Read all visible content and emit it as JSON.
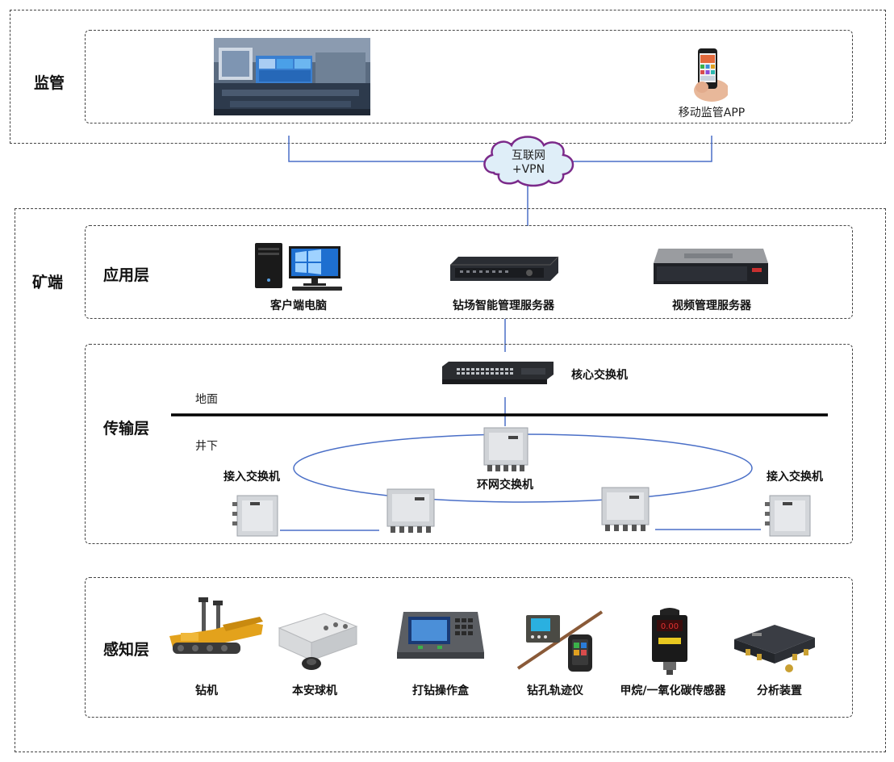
{
  "zones": {
    "supervision": "监管",
    "mine": "矿端",
    "app_layer": "应用层",
    "transport_layer": "传输层",
    "perception_layer": "感知层"
  },
  "cloud": {
    "line1": "互联网",
    "line2": "+VPN"
  },
  "supervision": {
    "mobile_app": "移动监管APP"
  },
  "application": {
    "client_pc": "客户端电脑",
    "drill_server": "钻场智能管理服务器",
    "video_server": "视频管理服务器"
  },
  "transport": {
    "core_switch": "核心交换机",
    "ground": "地面",
    "underground": "井下",
    "ring_switch": "环网交换机",
    "access_left": "接入交换机",
    "access_right": "接入交换机"
  },
  "perception": {
    "items": [
      "钻机",
      "本安球机",
      "打钻操作盒",
      "钻孔轨迹仪",
      "甲烷/一氧化碳传感器",
      "分析装置"
    ]
  },
  "colors": {
    "link": "#4a6fc7",
    "cloud_border": "#7b2a8a",
    "cloud_fill": "#dfeef8"
  }
}
